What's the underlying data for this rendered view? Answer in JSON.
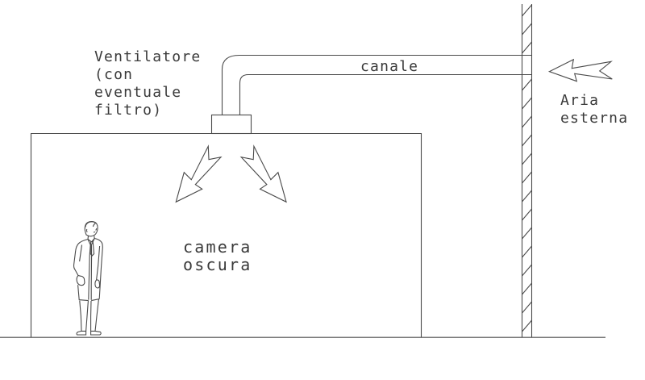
{
  "labels": {
    "ventilatore": "Ventilatore\n(con\neventuale\nfiltro)",
    "canale": "canale",
    "aria_esterna": "Aria\nesterna",
    "camera_oscura": "camera\noscura"
  },
  "icons": {
    "outside_air_arrow": "open-arrow-pointing-left",
    "supply_arrow_left": "open-arrow-pointing-down-left",
    "supply_arrow_right": "open-arrow-pointing-down-right",
    "person": "standing-man-line-drawing",
    "exterior_wall": "hatched-wall-section",
    "duct": "elbow-duct-two-lines",
    "fan_box": "fan-with-filter-box",
    "room": "darkroom-outline",
    "floor": "ground-line"
  },
  "colors": {
    "line": "#4a4a4a",
    "text": "#3a3a3a",
    "background": "#ffffff"
  }
}
